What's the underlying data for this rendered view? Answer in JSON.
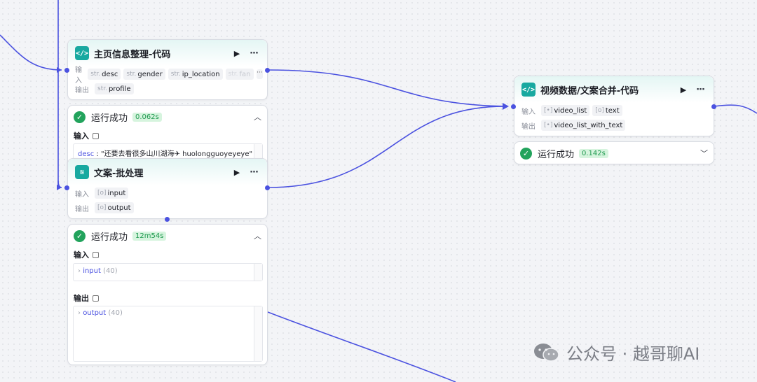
{
  "nodes": {
    "homepage": {
      "title": "主页信息整理-代码",
      "input_label": "输入",
      "output_label": "输出",
      "inputs": [
        {
          "type": "str.",
          "name": "desc"
        },
        {
          "type": "str.",
          "name": "gender"
        },
        {
          "type": "str.",
          "name": "ip_location"
        },
        {
          "type": "str.",
          "name": "fan"
        }
      ],
      "outputs": [
        {
          "type": "str.",
          "name": "profile"
        }
      ],
      "run": {
        "status": "运行成功",
        "time": "0.062s",
        "input_section": "输入",
        "input_preview_key": "desc",
        "input_preview_value": " : \"还要去看很多山川湖海✈ huolongguoyeyeye\""
      }
    },
    "batch": {
      "title": "文案-批处理",
      "input_label": "输入",
      "output_label": "输出",
      "inputs": [
        {
          "type": "[o]",
          "name": "input"
        }
      ],
      "outputs": [
        {
          "type": "[o]",
          "name": "output"
        }
      ],
      "run": {
        "status": "运行成功",
        "time": "12m54s",
        "input_section": "输入",
        "output_section": "输出",
        "input_tree": {
          "name": "input",
          "count": "(40)"
        },
        "output_tree": {
          "name": "output",
          "count": "(40)"
        }
      }
    },
    "merge": {
      "title": "视频数据/文案合并-代码",
      "input_label": "输入",
      "output_label": "输出",
      "inputs": [
        {
          "type": "[•]",
          "name": "video_list"
        },
        {
          "type": "[o]",
          "name": "text"
        }
      ],
      "outputs": [
        {
          "type": "[•]",
          "name": "video_list_with_text"
        }
      ],
      "run": {
        "status": "运行成功",
        "time": "0.142s"
      }
    }
  },
  "icons": {
    "code_node": "code-icon",
    "batch_node": "layers-icon",
    "run": "play-icon",
    "more": "more-icon",
    "success": "check-circle-icon"
  },
  "colors": {
    "edge": "#4b52e0",
    "node_icon": "#18a9a0",
    "success": "#22a35c"
  },
  "watermark": {
    "text": "公众号 · 越哥聊AI"
  }
}
